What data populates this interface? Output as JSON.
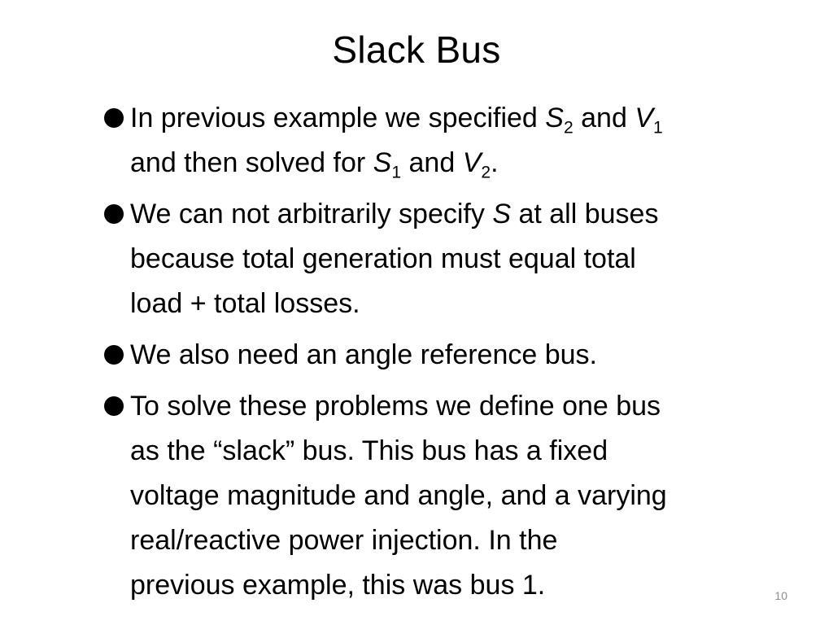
{
  "slide": {
    "title": "Slack Bus",
    "page_number": "10",
    "bullets": [
      {
        "line1": {
          "t1": "In previous example we specified ",
          "v1": "S",
          "s1": "2",
          "t2": " and ",
          "v2": "V",
          "s2": "1"
        },
        "line2": {
          "t1": "and then solved for ",
          "v1": "S",
          "s1": "1",
          "t2": " and ",
          "v2": "V",
          "s2": "2",
          "t3": "."
        }
      },
      {
        "line1": {
          "t1": "We can not arbitrarily specify ",
          "v1": "S",
          "t2": " at all buses"
        },
        "line2": "because total generation must equal total",
        "line3": "load + total losses."
      },
      {
        "line1": "We also need an angle reference bus."
      },
      {
        "line1": "To solve these problems we define one bus",
        "line2": "as the “slack” bus.  This bus has a fixed",
        "line3": "voltage magnitude and angle, and a varying",
        "line4": "real/reactive power injection.  In the",
        "line5": "previous example, this was bus 1."
      }
    ]
  }
}
